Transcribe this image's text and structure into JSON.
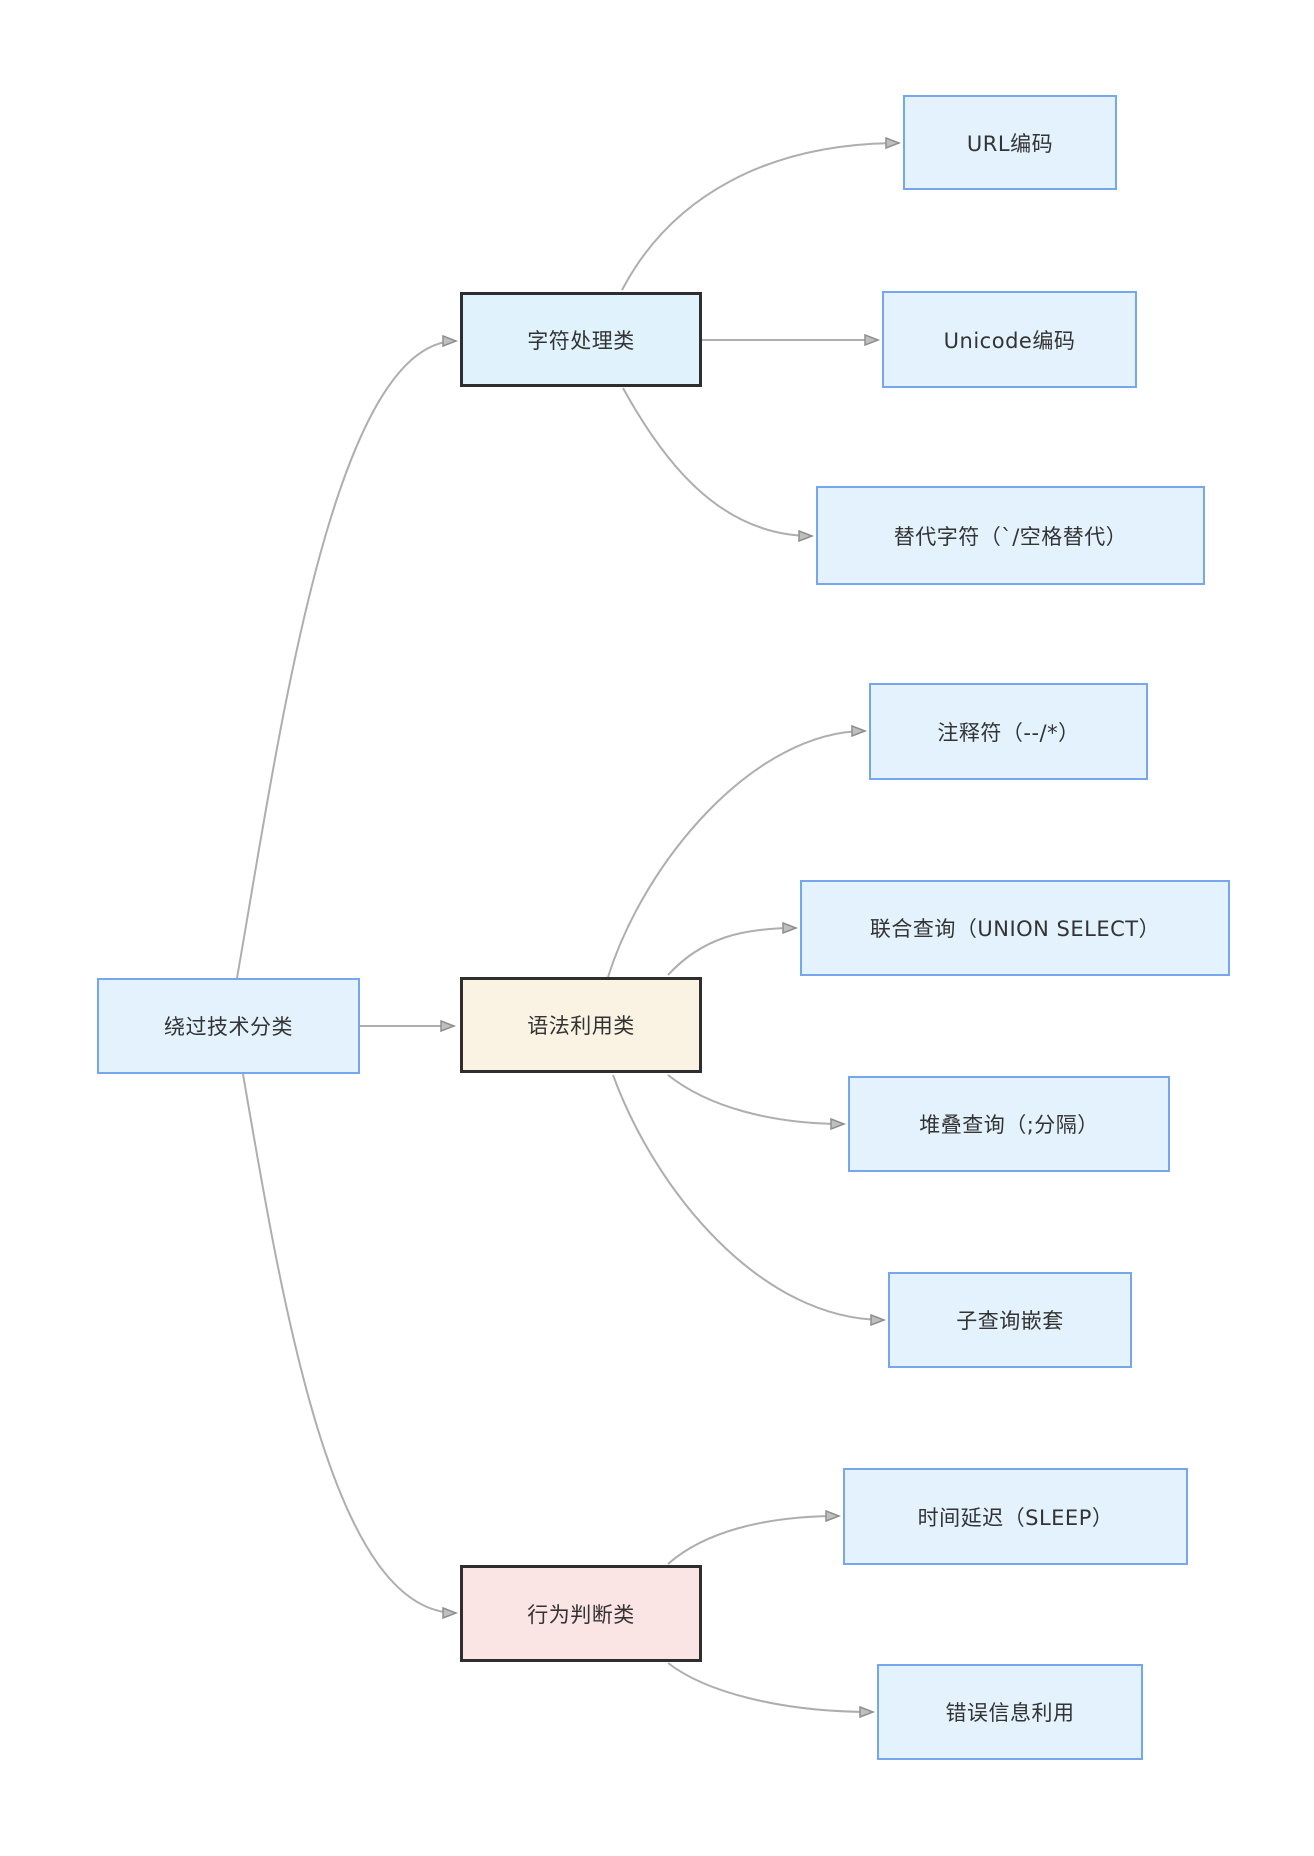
{
  "diagram": {
    "root": {
      "label": "绕过技术分类"
    },
    "categories": [
      {
        "label": "字符处理类",
        "children": [
          {
            "label": "URL编码"
          },
          {
            "label": "Unicode编码"
          },
          {
            "label": "替代字符（`/空格替代）"
          }
        ]
      },
      {
        "label": "语法利用类",
        "children": [
          {
            "label": "注释符（--/*）"
          },
          {
            "label": "联合查询（UNION SELECT）"
          },
          {
            "label": "堆叠查询（;分隔）"
          },
          {
            "label": "子查询嵌套"
          }
        ]
      },
      {
        "label": "行为判断类",
        "children": [
          {
            "label": "时间延迟（SLEEP）"
          },
          {
            "label": "错误信息利用"
          }
        ]
      }
    ],
    "colors": {
      "background": "#ffffff",
      "leaf_fill": "#e3f2fd",
      "leaf_border": "#76a6ec",
      "category_border": "#2e2e2e",
      "char_category_fill": "#e0f2fb",
      "syntax_category_fill": "#faf3e3",
      "behavior_category_fill": "#fbe4e4",
      "connector": "#aeaeae",
      "text": "#333333"
    }
  }
}
